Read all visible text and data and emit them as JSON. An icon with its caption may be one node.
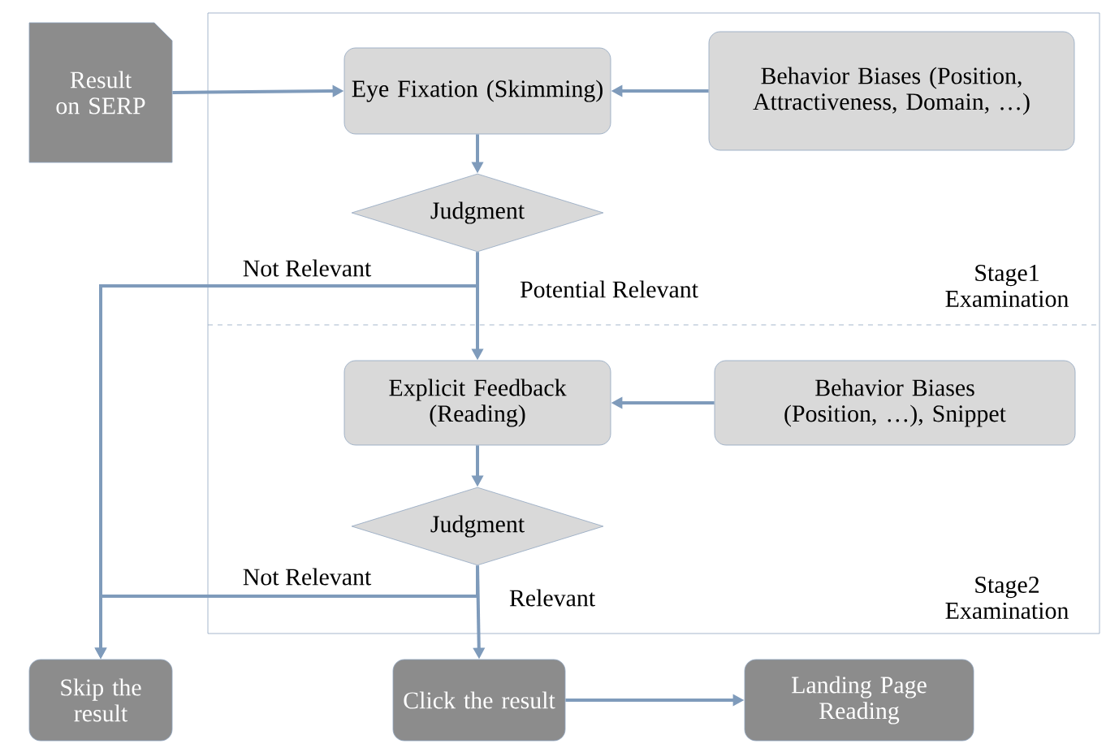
{
  "diagram": {
    "nodes": [
      {
        "text": [
          "Result on SERP"
        ]
      },
      {
        "text": [
          "Eye Fixation (Skimming)"
        ]
      },
      {
        "text": [
          "Behavior Biases (Position, Attractiveness, Domain, …)"
        ]
      },
      {
        "text": [
          "Judgment"
        ]
      },
      {
        "text": [
          "Explicit Feedback (Reading)"
        ]
      },
      {
        "text": [
          "Behavior Biases (Position, …), Snippet"
        ]
      },
      {
        "text": [
          "Judgment"
        ]
      },
      {
        "text": [
          "Skip the result"
        ]
      },
      {
        "text": [
          "Click the result"
        ]
      },
      {
        "text": [
          "Landing Page Reading"
        ]
      }
    ],
    "edges": [
      {
        "from": 0,
        "to": 1,
        "arrow": "to"
      },
      {
        "from": 2,
        "to": 1,
        "arrow": "to"
      },
      {
        "from": 1,
        "to": 3,
        "arrow": "to"
      },
      {
        "from": 3,
        "to": 7,
        "arrow": "to",
        "label": "Not Relevant"
      },
      {
        "from": 3,
        "to": 4,
        "arrow": "to",
        "label": "Potential Relevant"
      },
      {
        "from": 5,
        "to": 4,
        "arrow": "to"
      },
      {
        "from": 4,
        "to": 6,
        "arrow": "to"
      },
      {
        "from": 6,
        "to": 7,
        "arrow": "to",
        "label": "Not Relevant"
      },
      {
        "from": 6,
        "to": 8,
        "arrow": "to",
        "label": "Relevant"
      },
      {
        "from": 8,
        "to": 9,
        "arrow": "to"
      }
    ],
    "labels": [
      "Stage1 Examination",
      "Stage2 Examination"
    ]
  }
}
